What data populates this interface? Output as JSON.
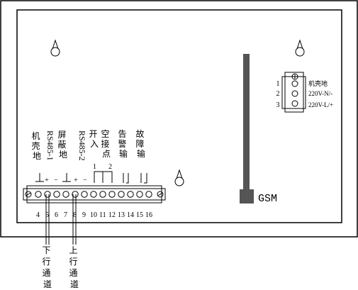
{
  "power_block": {
    "pin_numbers": [
      "1",
      "2",
      "3"
    ],
    "labels": [
      "机壳地",
      "220V-N/-",
      "220V-L/+"
    ]
  },
  "main_block": {
    "groups": [
      {
        "id": "ground",
        "text": "机壳地"
      },
      {
        "id": "rs485-1",
        "text": "RS485-1"
      },
      {
        "id": "shield",
        "text": "屏蔽地"
      },
      {
        "id": "rs485-2",
        "text": "RS485-2"
      },
      {
        "id": "switch-in",
        "text": "开入"
      },
      {
        "id": "dry-contact",
        "text": "空接点"
      },
      {
        "id": "alarm-out",
        "text": "告警输"
      },
      {
        "id": "fault-out",
        "text": "故障输"
      }
    ],
    "polarity_marks": [
      "+",
      "−",
      "+",
      "−"
    ],
    "contact_numbers": [
      "1",
      "2"
    ],
    "terminal_numbers": [
      "4",
      "5",
      "6",
      "7",
      "8",
      "9",
      "10",
      "11",
      "12",
      "13",
      "14",
      "15",
      "16"
    ]
  },
  "antenna": {
    "label": "GSM"
  },
  "channels": [
    {
      "id": "downlink",
      "text": "下行通道"
    },
    {
      "id": "uplink",
      "text": "上行通道"
    }
  ],
  "colors": {
    "line": "#000000",
    "antenna": "#555555",
    "background": "#ffffff"
  }
}
